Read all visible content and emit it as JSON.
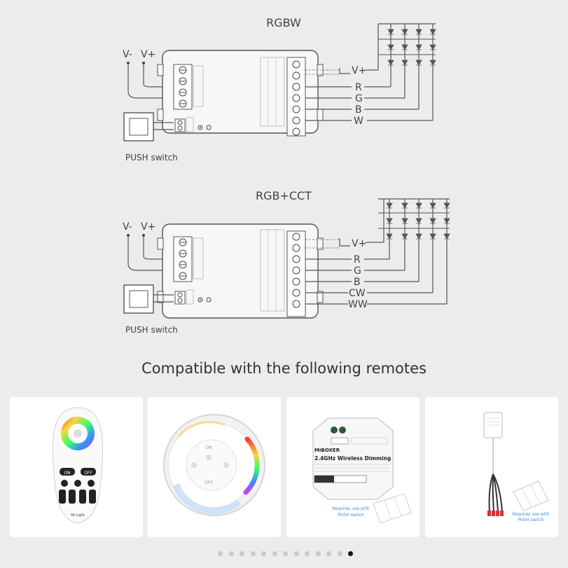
{
  "diagrams": [
    {
      "title": "RGBW",
      "power_labels": [
        "V-",
        "V+"
      ],
      "output_labels": [
        "V+",
        "R",
        "G",
        "B",
        "W"
      ],
      "switch_label": "PUSH switch"
    },
    {
      "title": "RGB+CCT",
      "power_labels": [
        "V-",
        "V+"
      ],
      "output_labels": [
        "V+",
        "R",
        "G",
        "B",
        "CW",
        "WW"
      ],
      "switch_label": "PUSH switch"
    }
  ],
  "remotes": {
    "title": "Compatible with the following remotes",
    "cards": [
      {
        "label_on": "ON",
        "label_off": "OFF",
        "brand": "Mi·Light"
      },
      {
        "label_on": "ON",
        "label_off": "OFF"
      },
      {
        "brand": "MiBOXER",
        "product": "2.4GHz Wireless Dimming",
        "note_line1": "Requires use with",
        "note_line2": "PUSH switch"
      },
      {
        "note_line1": "Requires use with",
        "note_line2": "PUSH switch"
      }
    ]
  },
  "carousel": {
    "count": 13,
    "active_index": 12
  }
}
